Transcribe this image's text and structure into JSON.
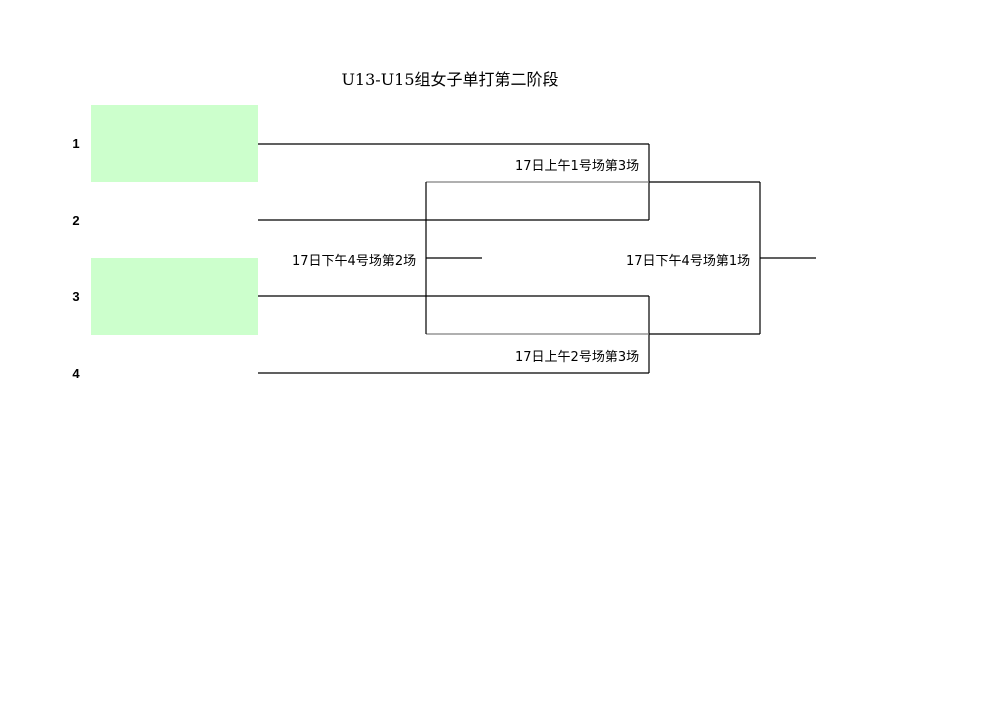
{
  "title": "U13-U15组女子单打第二阶段",
  "seeds": [
    {
      "number": "1",
      "highlighted": true
    },
    {
      "number": "2",
      "highlighted": false
    },
    {
      "number": "3",
      "highlighted": true
    },
    {
      "number": "4",
      "highlighted": false
    }
  ],
  "matches": {
    "top_semifinal": "17日上午1号场第3场",
    "bottom_semifinal": "17日上午2号场第3场",
    "third_place": "17日下午4号场第2场",
    "final": "17日下午4号场第1场"
  },
  "colors": {
    "highlight_fill": "#ccffcc",
    "line": "#000000",
    "third_place_line": "#808080"
  }
}
